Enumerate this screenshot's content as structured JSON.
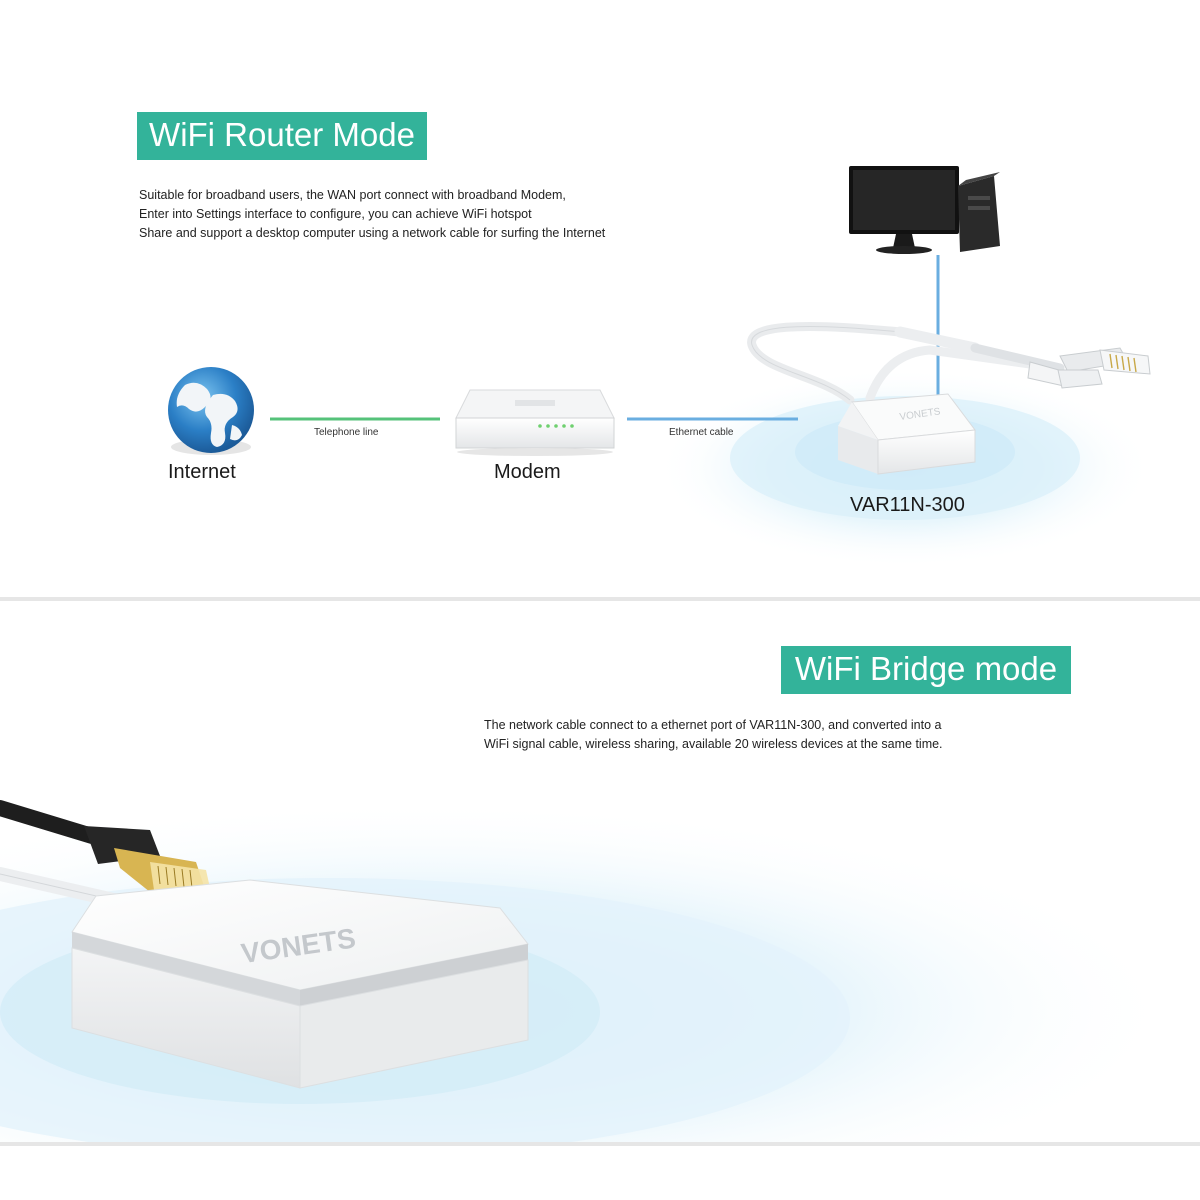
{
  "router_mode": {
    "title": "WiFi Router Mode",
    "description": [
      "Suitable for broadband users, the WAN port connect with broadband Modem,",
      "Enter into Settings interface to configure, you can achieve WiFi hotspot",
      "Share and support a desktop computer using a network cable for surfing the Internet"
    ],
    "nodes": {
      "internet": "Internet",
      "modem": "Modem",
      "device": "VAR11N-300"
    },
    "links": {
      "telephone": "Telephone line",
      "ethernet": "Ethernet cable"
    }
  },
  "bridge_mode": {
    "title": "WiFi Bridge mode",
    "description": [
      "The network cable connect to a ethernet port of VAR11N-300, and converted into a",
      "WiFi signal cable, wireless sharing, available 20 wireless devices at the same time."
    ],
    "brand_mark": "VONETS"
  },
  "colors": {
    "accent": "#33b39a",
    "telephone_line": "#55c27a",
    "ethernet_line": "#6aaee0",
    "wifi_halo": "#e6f4fb"
  },
  "icons": [
    "globe-icon",
    "modem-icon",
    "desktop-computer-icon",
    "router-device-icon",
    "ethernet-plug-icon"
  ]
}
